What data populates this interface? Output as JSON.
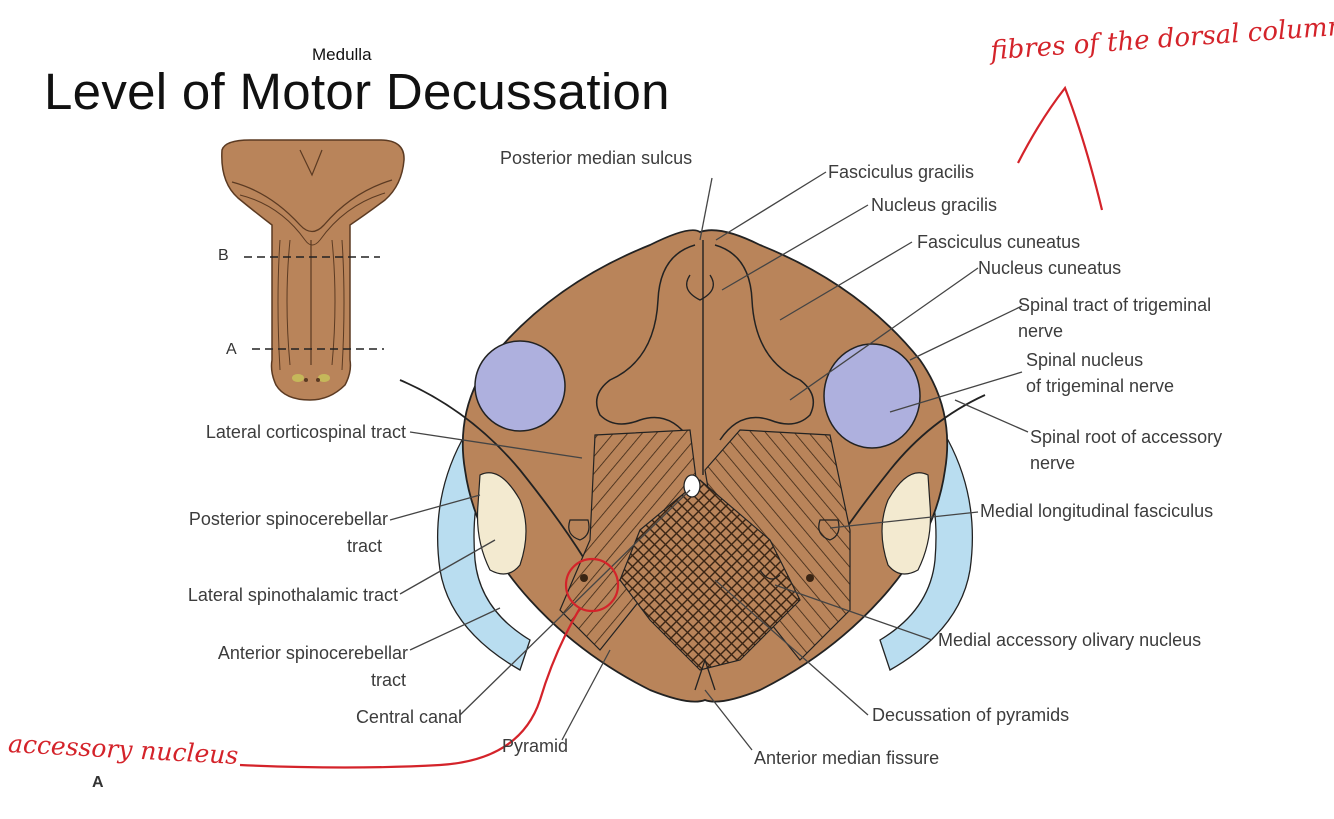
{
  "header": {
    "overline": "Medulla",
    "title": "Level of Motor Decussation"
  },
  "inset": {
    "level_b": "B",
    "level_a": "A"
  },
  "labels": {
    "posterior_median_sulcus": "Posterior median sulcus",
    "fasciculus_gracilis": "Fasciculus gracilis",
    "nucleus_gracilis": "Nucleus gracilis",
    "fasciculus_cuneatus": "Fasciculus cuneatus",
    "nucleus_cuneatus": "Nucleus cuneatus",
    "spinal_tract_trigeminal_1": "Spinal tract of trigeminal",
    "spinal_tract_trigeminal_2": "nerve",
    "spinal_nucleus_trigeminal_1": "Spinal nucleus",
    "spinal_nucleus_trigeminal_2": "of trigeminal nerve",
    "spinal_root_accessory_1": "Spinal root of accessory",
    "spinal_root_accessory_2": "nerve",
    "medial_longitudinal_fasciculus": "Medial longitudinal fasciculus",
    "medial_accessory_olivary_nucleus": "Medial accessory olivary nucleus",
    "decussation_of_pyramids": "Decussation of pyramids",
    "anterior_median_fissure": "Anterior median fissure",
    "pyramid": "Pyramid",
    "central_canal": "Central canal",
    "anterior_spinocerebellar_1": "Anterior spinocerebellar",
    "anterior_spinocerebellar_2": "tract",
    "lateral_spinothalamic": "Lateral spinothalamic tract",
    "posterior_spinocerebellar_1": "Posterior spinocerebellar",
    "posterior_spinocerebellar_2": "tract",
    "lateral_corticospinal": "Lateral corticospinal tract"
  },
  "annotations": {
    "handwritten_top": "fibres of the dorsal column",
    "handwritten_bottom": "accessory nucleus",
    "figure_tag": "A"
  },
  "colors": {
    "tissue": "#b9845a",
    "tissue_dark": "#8a5a34",
    "nucleus_blue": "#aeb0de",
    "tract_light_blue": "#b9ddf0",
    "tract_cream": "#f3ead0",
    "annotation_red": "#d4232a"
  }
}
